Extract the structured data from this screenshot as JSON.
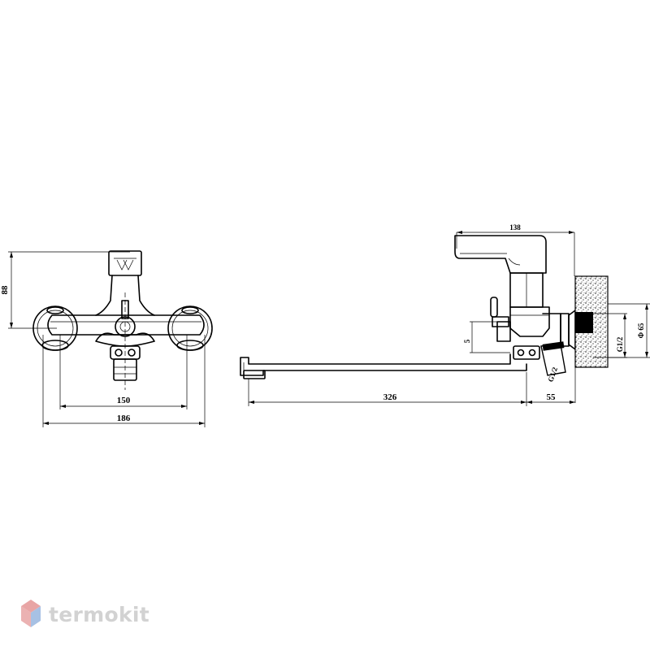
{
  "front_view": {
    "height_label": "88",
    "inner_width_label": "150",
    "outer_width_label": "186"
  },
  "side_view": {
    "top_dim_label": "138",
    "spout_length_label": "326",
    "wall_offset_label": "55",
    "small_offset_label": "5",
    "flange_dia_label": "Φ 65",
    "thread_label_right": "G1/2",
    "thread_label_fitting": "G1/2"
  },
  "watermark": {
    "text": "termokit",
    "logo_colors": [
      "#e8a5a5",
      "#a7c1e4"
    ]
  }
}
